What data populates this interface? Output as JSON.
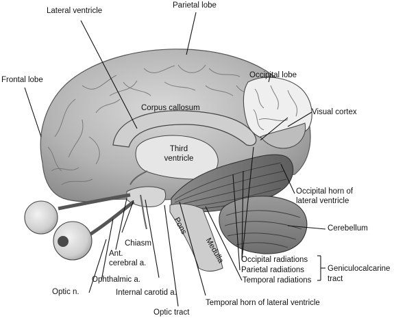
{
  "labels": {
    "lateral_ventricle": "Lateral ventricle",
    "parietal_lobe": "Parietal lobe",
    "frontal_lobe": "Frontal lobe",
    "occipital_lobe": "Occipital lobe",
    "corpus_callosum": "Corpus callosum",
    "visual_cortex": "Visual cortex",
    "third_ventricle_1": "Third",
    "third_ventricle_2": "ventricle",
    "occipital_horn_1": "Occipital horn of",
    "occipital_horn_2": "lateral ventricle",
    "cerebellum": "Cerebellum",
    "chiasm": "Chiasm",
    "ant_cerebral_1": "Ant.",
    "ant_cerebral_2": "cerebral a.",
    "pons": "Pons",
    "medulla": "Medulla",
    "occipital_radiations": "Occipital radiations",
    "parietal_radiations": "Parietal radiations",
    "temporal_radiations": "Temporal radiations",
    "geniculocalcarine_1": "Geniculocalcarine",
    "geniculocalcarine_2": "tract",
    "optic_n": "Optic n.",
    "ophthalmic_a": "Ophthalmic a.",
    "internal_carotid_a": "Internal carotid a.",
    "optic_tract": "Optic tract",
    "temporal_horn": "Temporal horn of lateral ventricle"
  }
}
